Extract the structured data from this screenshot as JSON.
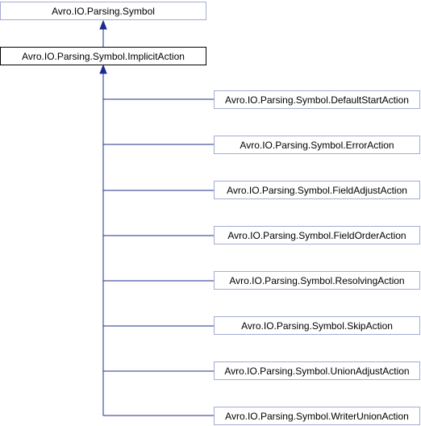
{
  "diagram": {
    "type": "inheritance",
    "base": {
      "label": "Avro.IO.Parsing.Symbol"
    },
    "focus": {
      "label": "Avro.IO.Parsing.Symbol.ImplicitAction"
    },
    "children": [
      {
        "label": "Avro.IO.Parsing.Symbol.DefaultStartAction"
      },
      {
        "label": "Avro.IO.Parsing.Symbol.ErrorAction"
      },
      {
        "label": "Avro.IO.Parsing.Symbol.FieldAdjustAction"
      },
      {
        "label": "Avro.IO.Parsing.Symbol.FieldOrderAction"
      },
      {
        "label": "Avro.IO.Parsing.Symbol.ResolvingAction"
      },
      {
        "label": "Avro.IO.Parsing.Symbol.SkipAction"
      },
      {
        "label": "Avro.IO.Parsing.Symbol.UnionAdjustAction"
      },
      {
        "label": "Avro.IO.Parsing.Symbol.WriterUnionAction"
      }
    ],
    "colors": {
      "edge": "#1c2c8c",
      "linked_border": "#a4acd4",
      "focus_border": "#000000",
      "background": "#ffffff"
    }
  }
}
